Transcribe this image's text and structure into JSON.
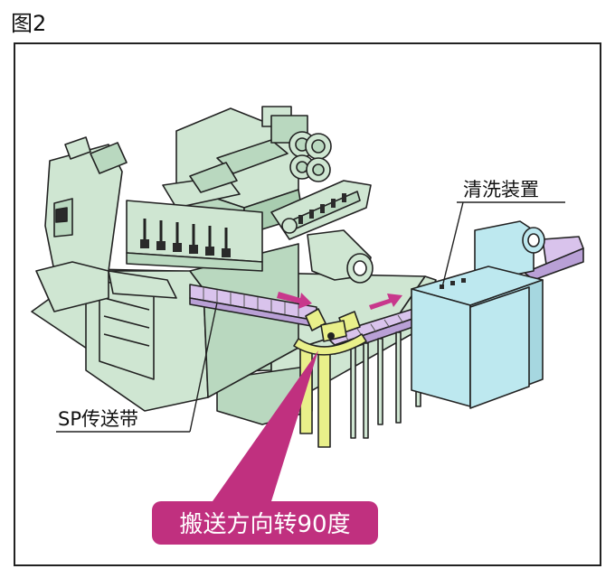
{
  "figure": {
    "title": "图2"
  },
  "labels": {
    "cleaning_device": "清洗装置",
    "sp_conveyor": "SP传送带",
    "direction_change": "搬送方向转90度"
  },
  "colors": {
    "machine_fill": "#cfe6d2",
    "cleaner_fill": "#bde8ef",
    "conveyor_purple": "#d9c3ec",
    "turntable_yellow": "#e9f08a",
    "arrow_pink": "#c8388c",
    "label_box": "#c0307f",
    "outline": "#222222"
  }
}
